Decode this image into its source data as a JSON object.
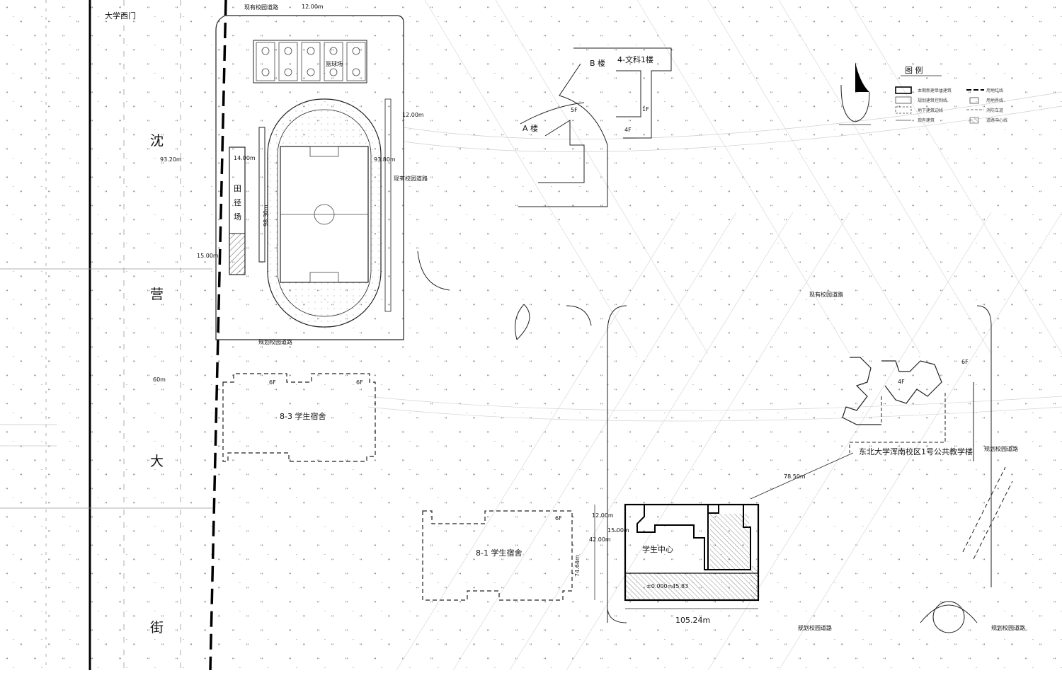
{
  "labels": {
    "west_gate": "大学西门",
    "street_chars": [
      "沈",
      "营",
      "大",
      "街"
    ],
    "field_name": "田径场",
    "basketball": "篮球场",
    "dorm_83": "8-3 学生宿舍",
    "dorm_81": "8-1 学生宿舍",
    "student_center": "学生中心",
    "teaching_bldg": "东北大学浑南校区1号公共教学楼",
    "bldg_a": "A 楼",
    "bldg_b": "B 楼",
    "bldg_wenke": "4-文科1楼",
    "legend_title": "图   例",
    "elevation": "±0.000=45.83",
    "road_existing_top": "现有校园道路",
    "road_existing_mid": "现有校园道路",
    "road_existing_right": "现有校园道路",
    "road_planned_1": "规划校园道路",
    "road_planned_2": "规划校园道路",
    "road_planned_3": "规划校园道路",
    "road_planned_4": "规划校园道路"
  },
  "floors": {
    "dorm83_left": "6F",
    "dorm83_right": "6F",
    "dorm81": "6F",
    "bldg_a": "5F",
    "wenke_1f": "1F",
    "wenke_4f": "4F",
    "teach_4f": "4F",
    "teach_6f": "6F"
  },
  "dimensions": {
    "d_1500": "15.00m",
    "d_9320": "93.20m",
    "d_1400": "14.00m",
    "d_1200": "12.00m",
    "d_1200b": "12.00m",
    "d_9830": "98.30m",
    "d_9380": "93.80m",
    "d_1200c": "12.00m",
    "d_1500b": "15.00m",
    "d_4200": "42.00m",
    "d_7464": "74.64m",
    "d_10524": "105.24m",
    "d_7850": "78.50m",
    "d_6000": "60m"
  },
  "legend": {
    "items": [
      "本期新建单体建筑",
      "用地红线",
      "规划建筑控制线",
      "用地界线",
      "地下建筑边线",
      "消防车道",
      "现有建筑",
      "道路中心线"
    ]
  }
}
